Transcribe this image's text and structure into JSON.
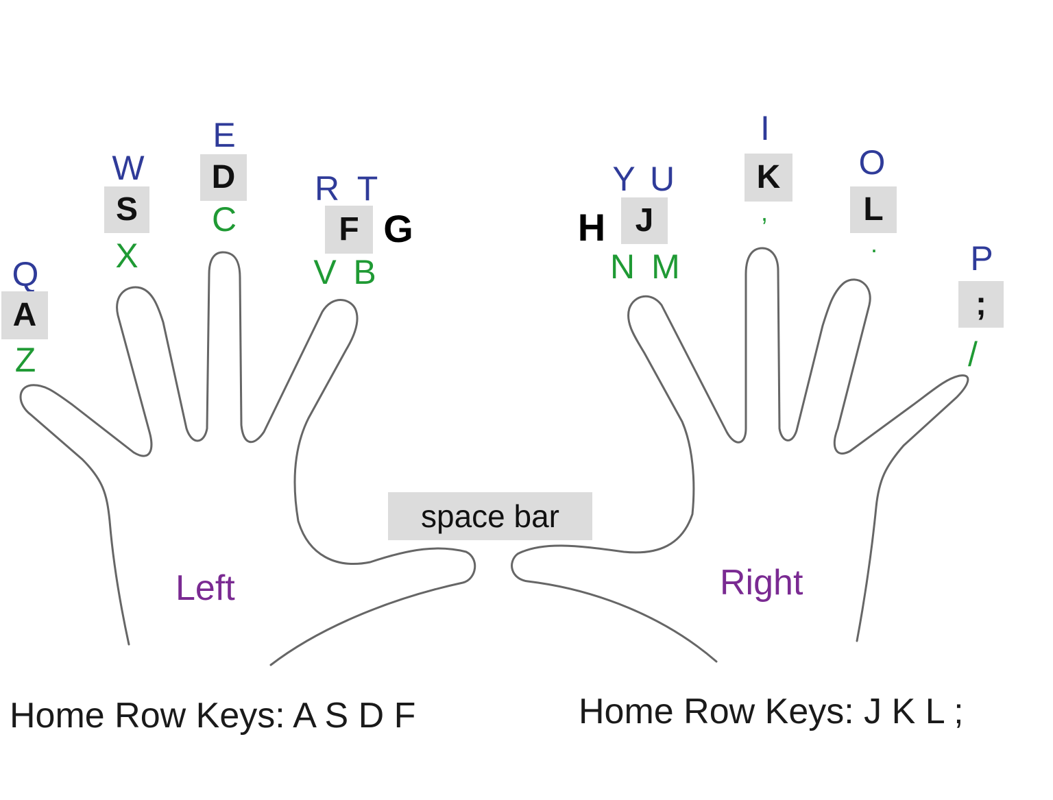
{
  "left": {
    "label": "Left",
    "caption": "Home Row Keys: A S D F",
    "pinky": {
      "top": "Q",
      "home": "A",
      "bottom": "Z"
    },
    "ring": {
      "top": "W",
      "home": "S",
      "bottom": "X"
    },
    "middle": {
      "top": "E",
      "home": "D",
      "bottom": "C"
    },
    "index": {
      "top1": "R",
      "top2": "T",
      "home": "F",
      "reach": "G",
      "bottom1": "V",
      "bottom2": "B"
    }
  },
  "right": {
    "label": "Right",
    "caption": "Home Row Keys: J K L ;",
    "index": {
      "top1": "Y",
      "top2": "U",
      "reach": "H",
      "home": "J",
      "bottom1": "N",
      "bottom2": "M"
    },
    "middle": {
      "top": "I",
      "home": "K",
      "bottom": ","
    },
    "ring": {
      "top": "O",
      "home": "L",
      "bottom": "."
    },
    "pinky": {
      "top": "P",
      "home": ";",
      "bottom": "/"
    }
  },
  "space_bar": "space bar",
  "colors": {
    "top_row": "#2f3b99",
    "bottom_row": "#1f9a34",
    "hand_label": "#7a2a92",
    "home_key_bg": "#dcdcdc",
    "outline": "#666666"
  }
}
